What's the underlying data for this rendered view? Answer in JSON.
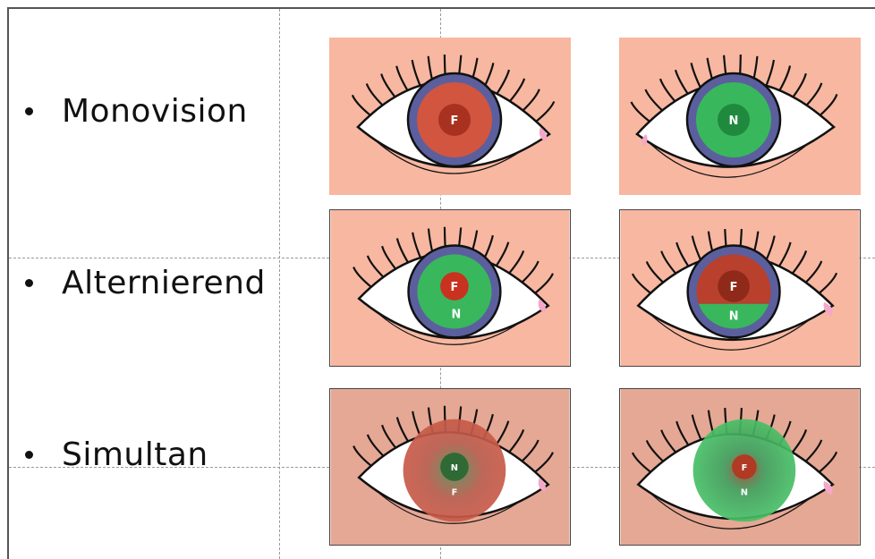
{
  "bullets": [
    {
      "label": "Monovision"
    },
    {
      "label": "Alternierend"
    },
    {
      "label": "Simultan"
    }
  ],
  "panels": {
    "mono_far": {
      "center": "F"
    },
    "mono_near": {
      "center": "N"
    },
    "alt_ring": {
      "center": "F",
      "outer": "N"
    },
    "alt_seg": {
      "top": "F",
      "bottom": "N"
    },
    "sim_red": {
      "inner": "N",
      "outer": "F"
    },
    "sim_green": {
      "inner": "F",
      "outer": "N"
    }
  },
  "colors": {
    "panel_bg": "#f7b7a0",
    "panel_bg_dark": "#e5a894",
    "iris_rim": "#5b5f9e",
    "far_red": "#c8503a",
    "near_green": "#34b35a",
    "eyelash": "#111111"
  }
}
